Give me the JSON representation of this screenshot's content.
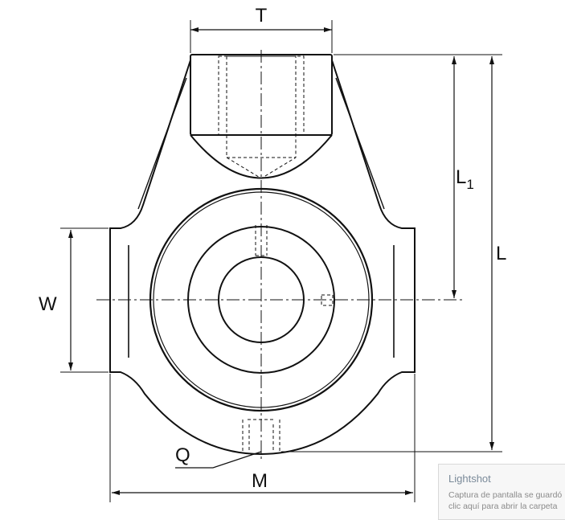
{
  "diagram": {
    "labels": {
      "T": "T",
      "L1_main": "L",
      "L1_sub": "1",
      "L": "L",
      "W": "W",
      "Q": "Q",
      "M": "M"
    }
  },
  "toast": {
    "title": "Lightshot",
    "line1": "Captura de pantalla se guardó",
    "line2": "clic aquí para abrir la carpeta"
  }
}
